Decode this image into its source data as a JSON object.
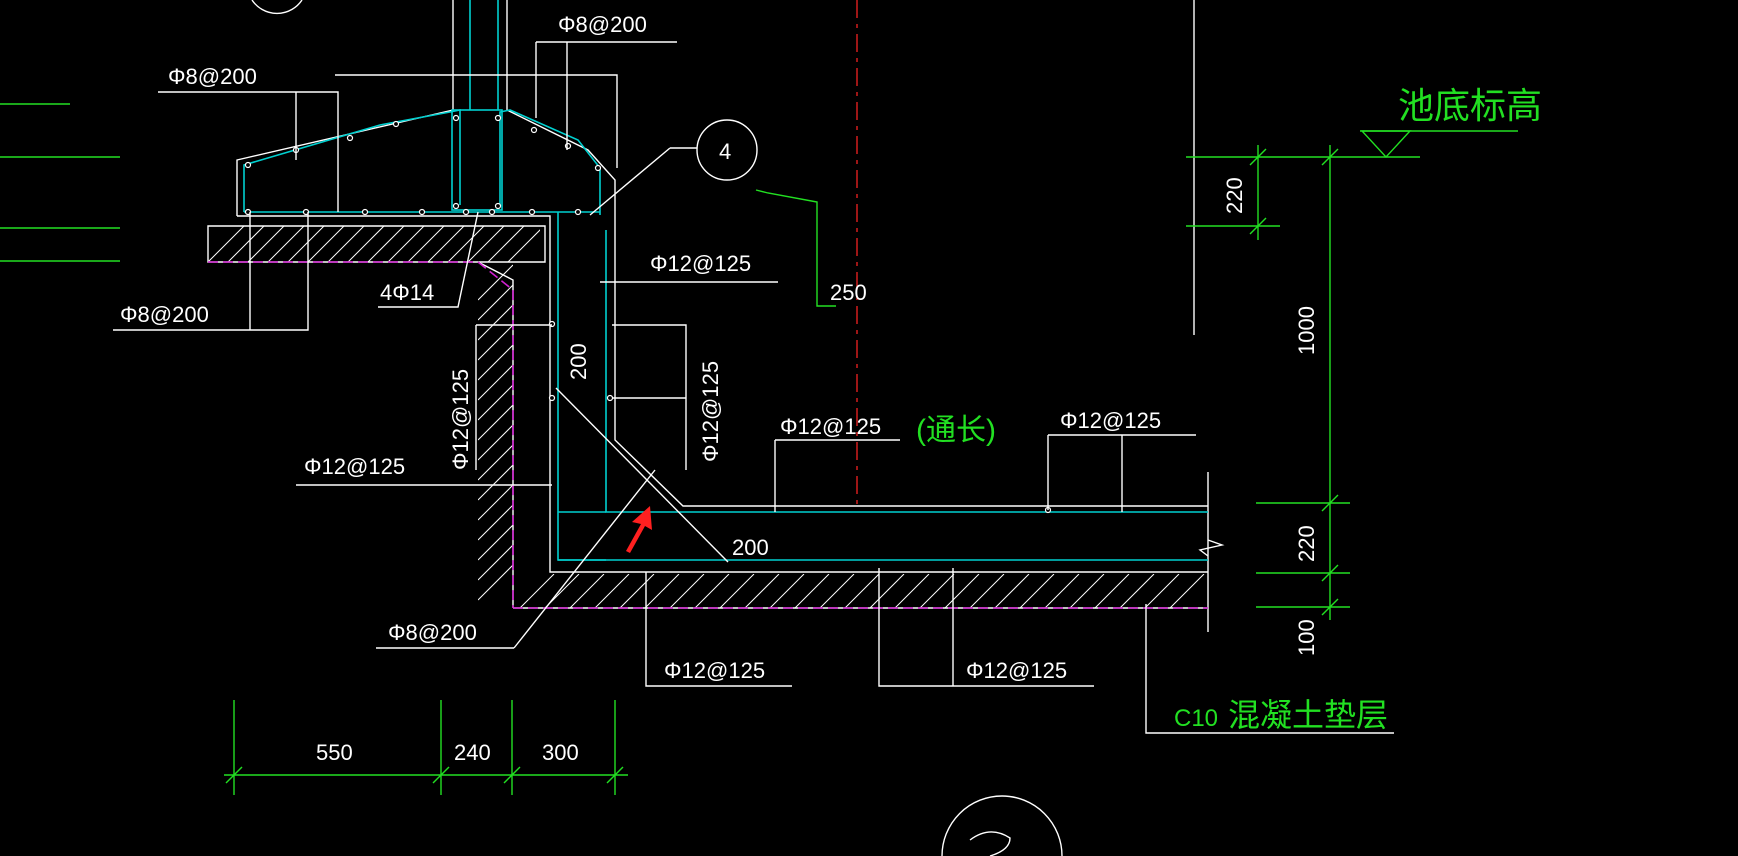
{
  "annotations": {
    "top_phi8": "Φ8@200",
    "left_phi8": "Φ8@200",
    "lower_phi8": "Φ8@200",
    "corner_phi8": "Φ8@200",
    "bars_4phi14": "4Φ14",
    "wall_inner_phi12": "Φ12@125",
    "wall_vertical_left": "Φ12@125",
    "wall_vertical_right": "Φ12@125",
    "wall_outer_phi12": "Φ12@125",
    "slab_top_phi12": "Φ12@125",
    "slab_top_right_phi12": "Φ12@125",
    "slab_bottom_left_phi12": "Φ12@125",
    "slab_bottom_right_phi12": "Φ12@125",
    "continuous": "(通长)",
    "callout_detail": "4",
    "dim_250": "250",
    "dim_200_vertical": "200",
    "dim_200_slab": "200",
    "pool_bottom_elevation": "池底标高",
    "cushion_layer_grade": "C10",
    "cushion_layer_name": "混凝土垫层"
  },
  "dimensions": {
    "bottom": [
      "550",
      "240",
      "300"
    ],
    "right": [
      "220",
      "1000",
      "220",
      "100"
    ]
  },
  "colors": {
    "background": "#000000",
    "rebar": "#00d0d0",
    "outline": "#ffffff",
    "dimension": "#22e022",
    "waterproof_line": "#d020d0",
    "centerline": "#e02020",
    "arrow": "#ff2020"
  }
}
